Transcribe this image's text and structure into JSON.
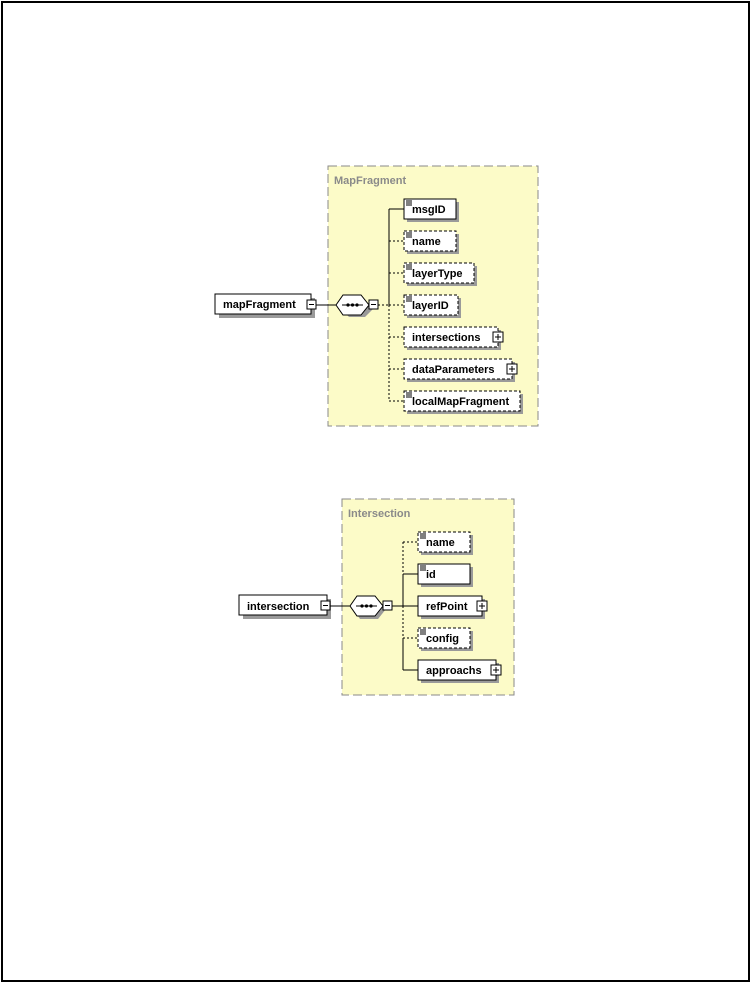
{
  "diagrams": [
    {
      "group_title": "MapFragment",
      "root_label": "mapFragment",
      "children": [
        {
          "label": "msgID",
          "optional": false,
          "text_icon": true,
          "expandable": false
        },
        {
          "label": "name",
          "optional": true,
          "text_icon": true,
          "expandable": false
        },
        {
          "label": "layerType",
          "optional": true,
          "text_icon": true,
          "expandable": false
        },
        {
          "label": "layerID",
          "optional": true,
          "text_icon": true,
          "expandable": false
        },
        {
          "label": "intersections",
          "optional": true,
          "text_icon": false,
          "expandable": true
        },
        {
          "label": "dataParameters",
          "optional": true,
          "text_icon": false,
          "expandable": true
        },
        {
          "label": "localMapFragment",
          "optional": true,
          "text_icon": true,
          "expandable": false
        }
      ]
    },
    {
      "group_title": "Intersection",
      "root_label": "intersection",
      "children": [
        {
          "label": "name",
          "optional": true,
          "text_icon": true,
          "expandable": false
        },
        {
          "label": "id",
          "optional": false,
          "text_icon": true,
          "expandable": false
        },
        {
          "label": "refPoint",
          "optional": false,
          "text_icon": false,
          "expandable": true
        },
        {
          "label": "config",
          "optional": true,
          "text_icon": true,
          "expandable": false
        },
        {
          "label": "approachs",
          "optional": false,
          "text_icon": false,
          "expandable": true
        }
      ]
    }
  ],
  "colors": {
    "group_fill": "#fcfbc8",
    "group_border": "#8a8a8a",
    "shadow": "#9a9a9a",
    "line": "#000000"
  }
}
